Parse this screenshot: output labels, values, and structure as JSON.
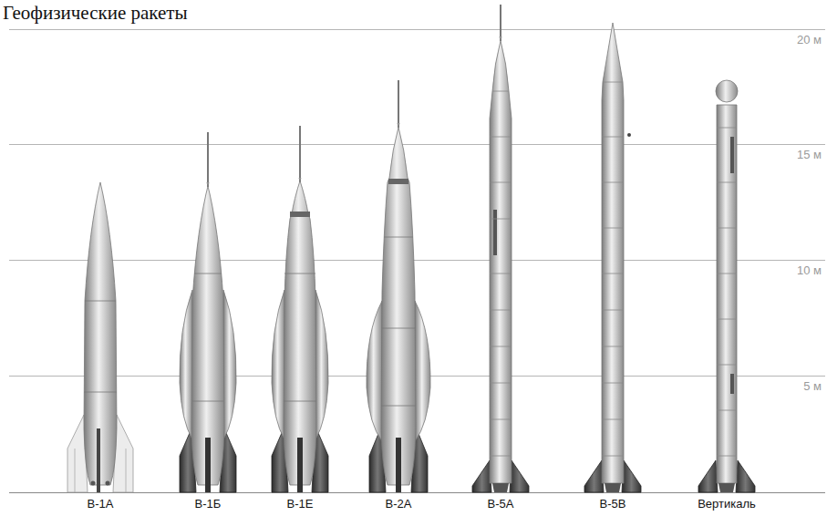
{
  "diagram": {
    "title": "Геофизические ракеты",
    "labels": [
      "20 м",
      "15 м",
      "10 м",
      "5 м",
      "В-1А",
      "В-1Б",
      "В-1Е",
      "В-2А",
      "В-5А",
      "В-5В",
      "Вертикаль"
    ]
  }
}
